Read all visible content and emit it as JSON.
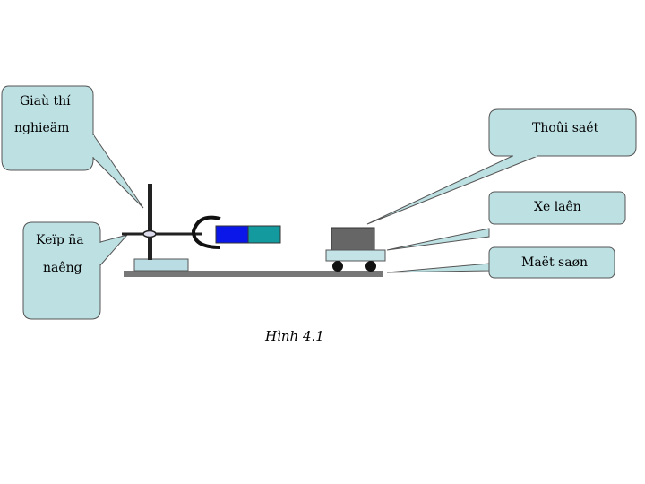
{
  "callouts": {
    "stand": {
      "line1": "Giaù thí",
      "line2": "nghieäm"
    },
    "magnet": "Thoûi saét",
    "cart": "Xe laên",
    "clamp": {
      "line1": "Keïp ña",
      "line2": "naêng"
    },
    "surface": "Maët saøn"
  },
  "caption": "Hình 4.1",
  "colors": {
    "callout_fill": "#bde0e3",
    "callout_stroke": "#555555",
    "stand": "#222222",
    "base": "#b9dde2",
    "magnet_blue": "#0a17e8",
    "magnet_teal": "#139a9e",
    "cart_body": "#666666",
    "cart_platform": "#c4e3e6",
    "wheel": "#111111",
    "floor": "#777777"
  }
}
